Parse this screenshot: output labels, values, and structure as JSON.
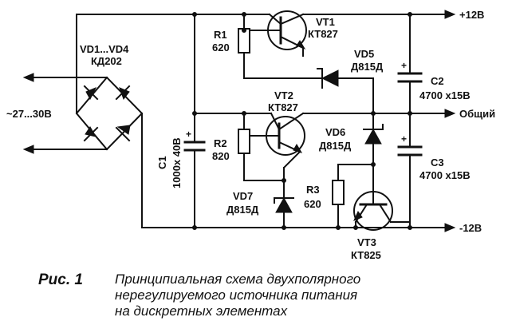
{
  "components": {
    "vd1_vd4": {
      "ref": "VD1...VD4",
      "type": "КД202"
    },
    "c1": {
      "ref": "C1",
      "value": "1000x 40В"
    },
    "r1": {
      "ref": "R1",
      "value": "620"
    },
    "r2": {
      "ref": "R2",
      "value": "820"
    },
    "r3": {
      "ref": "R3",
      "value": "620"
    },
    "vt1": {
      "ref": "VT1",
      "type": "КТ827"
    },
    "vt2": {
      "ref": "VT2",
      "type": "КТ827"
    },
    "vt3": {
      "ref": "VT3",
      "type": "КТ825"
    },
    "vd5": {
      "ref": "VD5",
      "type": "Д815Д"
    },
    "vd6": {
      "ref": "VD6",
      "type": "Д815Д"
    },
    "vd7": {
      "ref": "VD7",
      "type": "Д815Д"
    },
    "c2": {
      "ref": "C2",
      "value": "4700 x15В"
    },
    "c3": {
      "ref": "C3",
      "value": "4700 x15В"
    }
  },
  "terminals": {
    "input": "~27...30В",
    "plus12": "+12В",
    "common": "Общий",
    "minus12": "-12В"
  },
  "caption": {
    "label": "Рис. 1",
    "lines": [
      "Принципиальная схема двухполярного",
      "нерегулируемого источника питания",
      "на дискретных элементах"
    ]
  }
}
